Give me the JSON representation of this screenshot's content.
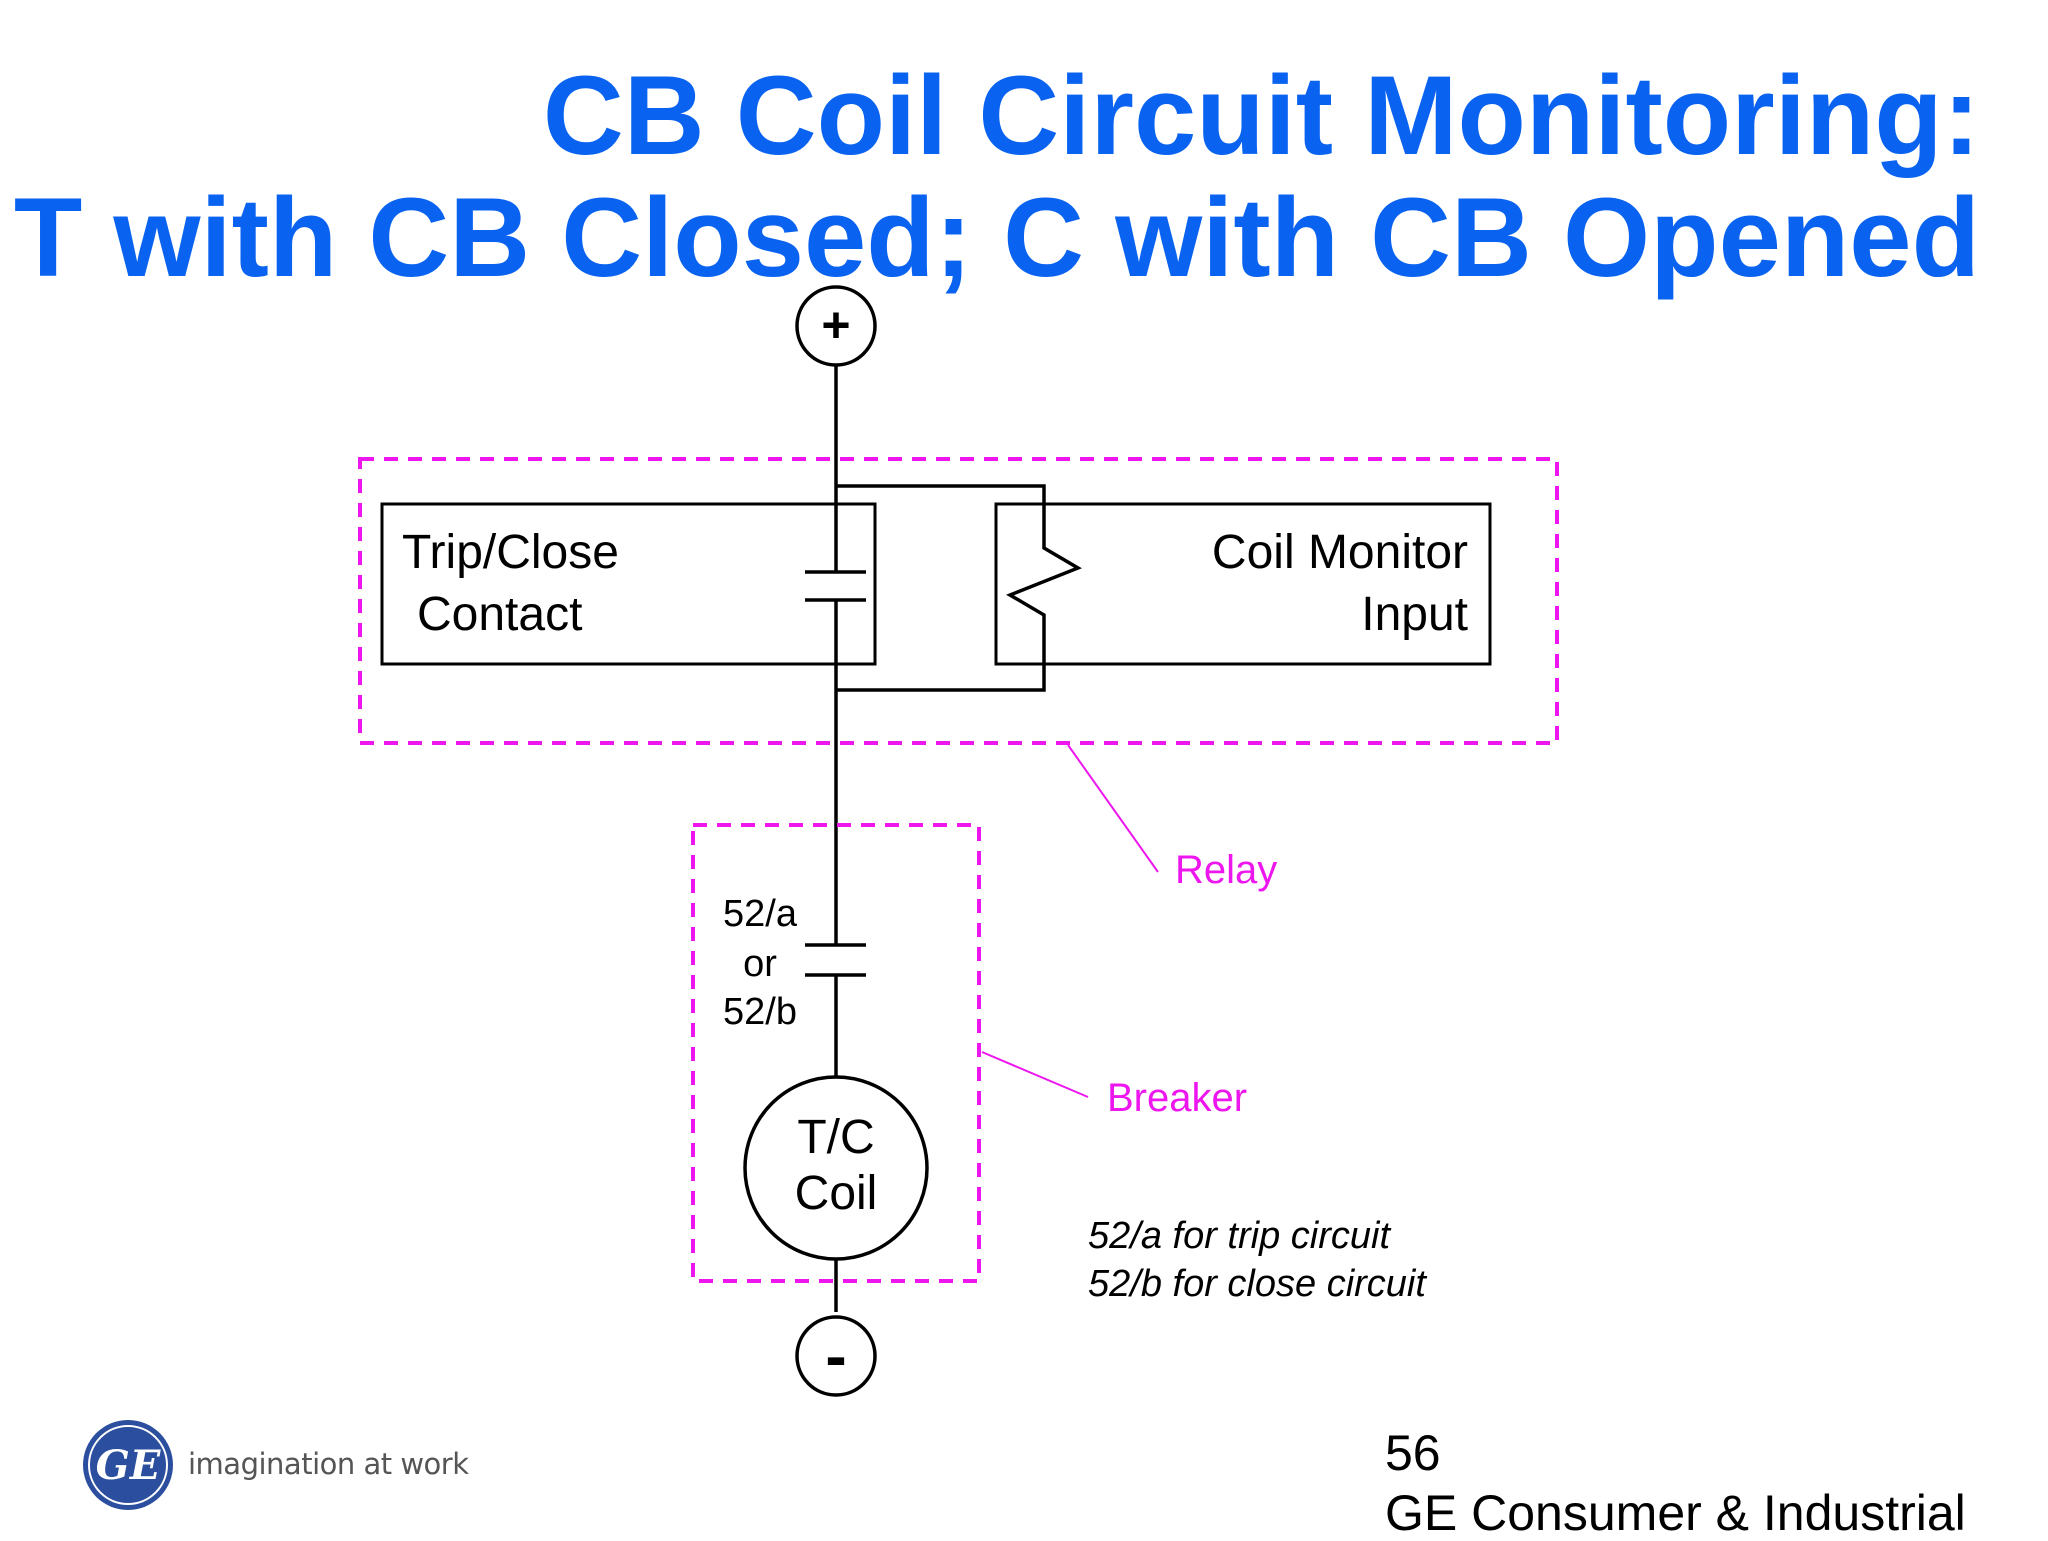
{
  "title": {
    "line1": "CB Coil Circuit Monitoring:",
    "line2": "T with CB Closed; C with CB Opened"
  },
  "terminals": {
    "positive": "+",
    "negative": "-"
  },
  "relay": {
    "label": "Relay",
    "trip_close_contact": [
      "Trip/Close",
      "Contact"
    ],
    "coil_monitor_input": [
      "Coil Monitor",
      "Input"
    ]
  },
  "breaker": {
    "label": "Breaker",
    "contact_label": [
      "52/a",
      "or",
      "52/b"
    ],
    "coil_label": [
      "T/C",
      "Coil"
    ]
  },
  "note": {
    "line1": "52/a for trip circuit",
    "line2": "52/b for close circuit"
  },
  "footer": {
    "page_number": "56",
    "company": "GE Consumer & Industrial",
    "tagline": "imagination at work",
    "logo_text": "GE"
  },
  "colors": {
    "title": "#0a63f0",
    "annotation": "#ee16ee",
    "logo": "#2b4f9e"
  }
}
